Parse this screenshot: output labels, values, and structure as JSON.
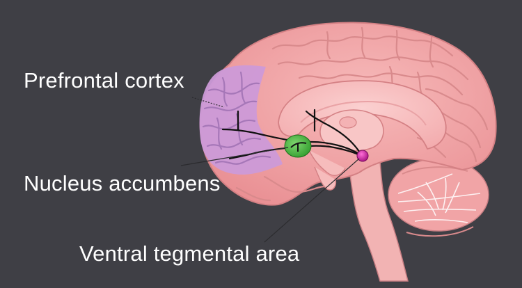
{
  "labels": {
    "prefrontal_cortex": "Prefrontal cortex",
    "nucleus_accumbens": "Nucleus accumbens",
    "ventral_tegmental_area": "Ventral tegmental area"
  },
  "colors": {
    "background": "#3f3f45",
    "cortex_pink": "#f0a5a5",
    "gyri_line": "#d98a8c",
    "prefrontal_purple": "#c99ad6",
    "nucleus_accumbens_green": "#4cb843",
    "vta_magenta": "#c21c9a",
    "pathway": "#111111",
    "label_text": "#ffffff"
  }
}
